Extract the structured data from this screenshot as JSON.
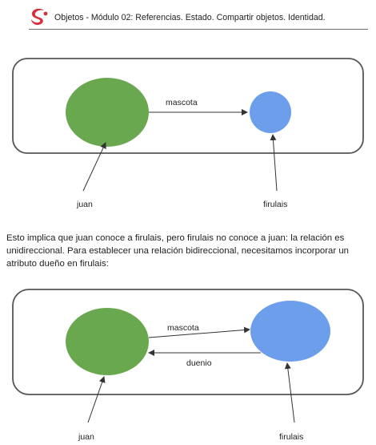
{
  "header": {
    "title": "Objetos - Módulo 02: Referencias. Estado. Compartir objetos. Identidad.",
    "logo_color": "#d62e3a"
  },
  "diagram_1": {
    "arrow_label": "mascota",
    "juan_label": "juan",
    "firulais_label": "firulais"
  },
  "paragraph": {
    "text": "Esto implica que juan conoce a firulais, pero firulais no conoce a juan: la relación es unidireccional. Para establecer una relación bidireccional, necesitamos incorporar un atributo dueño en firulais:"
  },
  "diagram_2": {
    "top_arrow_label": "mascota",
    "bottom_arrow_label": "duenio",
    "juan_label": "juan",
    "firulais_label": "firulais"
  },
  "colors": {
    "juan_node": "#6aa84f",
    "firulais_node": "#6d9eeb",
    "frame_stroke": "#555555",
    "line_stroke": "#333333"
  }
}
